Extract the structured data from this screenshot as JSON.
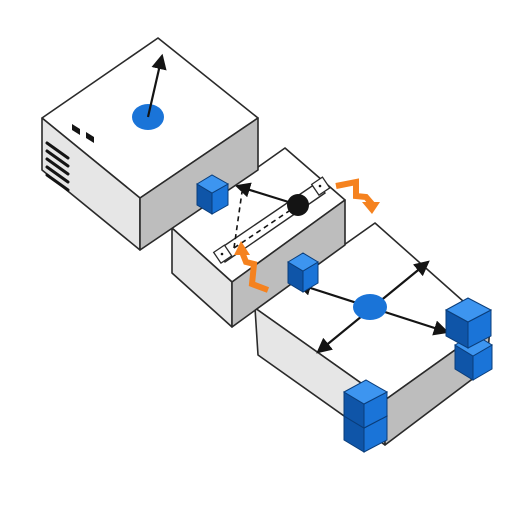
{
  "diagram": {
    "colors": {
      "background": "#ffffff",
      "top_face": "#ffffff",
      "left_face": "#e6e6e6",
      "right_face": "#bdbdbd",
      "outline": "#2a2a2a",
      "accent_blue": "#1a74d8",
      "accent_blue_dark": "#0f55a8",
      "accent_blue_light": "#3d95f0",
      "transfer_orange": "#f5821f",
      "arrow": "#141414"
    },
    "modules": [
      {
        "id": "top",
        "role": "module-with-vent-and-single-vector"
      },
      {
        "id": "middle",
        "role": "module-with-linear-slider"
      },
      {
        "id": "bottom",
        "role": "module-with-cross-arrows"
      }
    ],
    "icons": {
      "transfer": "zigzag-arrow-icon",
      "vector": "arrow-icon",
      "joint": "blue-disc-icon",
      "connector": "blue-cube-icon",
      "vent": "vent-slots-icon",
      "slider": "rail-icon"
    }
  }
}
